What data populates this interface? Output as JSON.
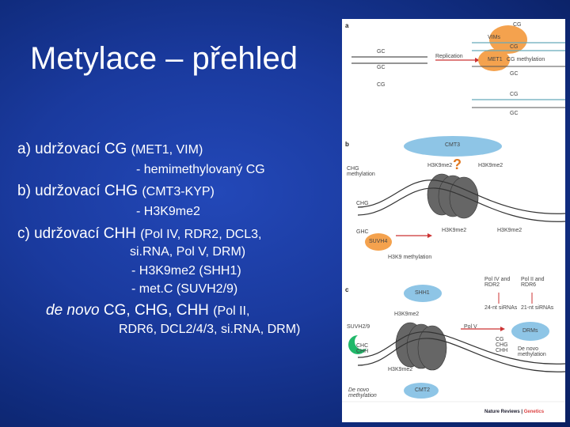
{
  "slide": {
    "title": "Metylace – přehled",
    "items": [
      {
        "text": "a)  udržovací CG ",
        "small": "(MET1, VIM)"
      },
      {
        "text": "- hemimethylovaný CG"
      },
      {
        "text": "b)  udržovací CHG ",
        "small": "(CMT3-KYP)"
      },
      {
        "text": "- H3K9me2"
      },
      {
        "text": "c)  udržovací CHH ",
        "small": "(Pol IV, RDR2, DCL3,"
      },
      {
        "text": "si.RNA, Pol V, DRM)"
      },
      {
        "text": "- H3K9me2 (SHH1)"
      },
      {
        "text": "- met.C (SUVH2/9)"
      },
      {
        "italic": "de novo",
        "text": " CG, CHG, CHH ",
        "small": "(Pol II,"
      },
      {
        "text": "RDR6, DCL2/4/3, si.RNA, DRM)"
      }
    ]
  },
  "figure": {
    "panels": [
      "a",
      "b",
      "c"
    ],
    "labels": {
      "cg1": "CG",
      "vims": "VIMs",
      "gc1": "GC",
      "cg2": "CG",
      "met1": "MET1",
      "replication": "Replication",
      "cg_methylation": "CG methylation",
      "cg3": "CG",
      "gc2": "GC",
      "gc3": "GC",
      "cg4": "CG",
      "gc4": "GC",
      "cmt3": "CMT3",
      "h3k9me2_b1": "H3K9me2",
      "h3k9me2_b2": "H3K9me2",
      "chg_methylation": "CHG methylation",
      "chg": "CHG",
      "ghc": "GHC",
      "suvh4": "SUVH4",
      "h3k9me2_b3": "H3K9me2",
      "h3k9me2_b4": "H3K9me2",
      "h3k9_methylation": "H3K9 methylation",
      "shh1": "SHH1",
      "h3k9me2_c1": "H3K9me2",
      "pol_iv_rdr2": "Pol IV and RDR2",
      "pol_ii_rdr6": "Pol II and RDR6",
      "sirna24": "24-nt siRNAs",
      "sirna21": "21-nt siRNAs",
      "suvh29": "SUVH2/9",
      "pol_v": "Pol V",
      "drms": "DRMs",
      "cg_chg_chh": "CG CHG CHH",
      "de_novo_methylation": "De novo methylation",
      "chc_chh": "CHC CHH",
      "h3k9me2_c2": "H3K9me2",
      "cmt2": "CMT2",
      "de_novo_methylation2": "De novo methylation",
      "question": "?"
    },
    "credit_a": "Nature Reviews",
    "credit_b": "Genetics"
  }
}
